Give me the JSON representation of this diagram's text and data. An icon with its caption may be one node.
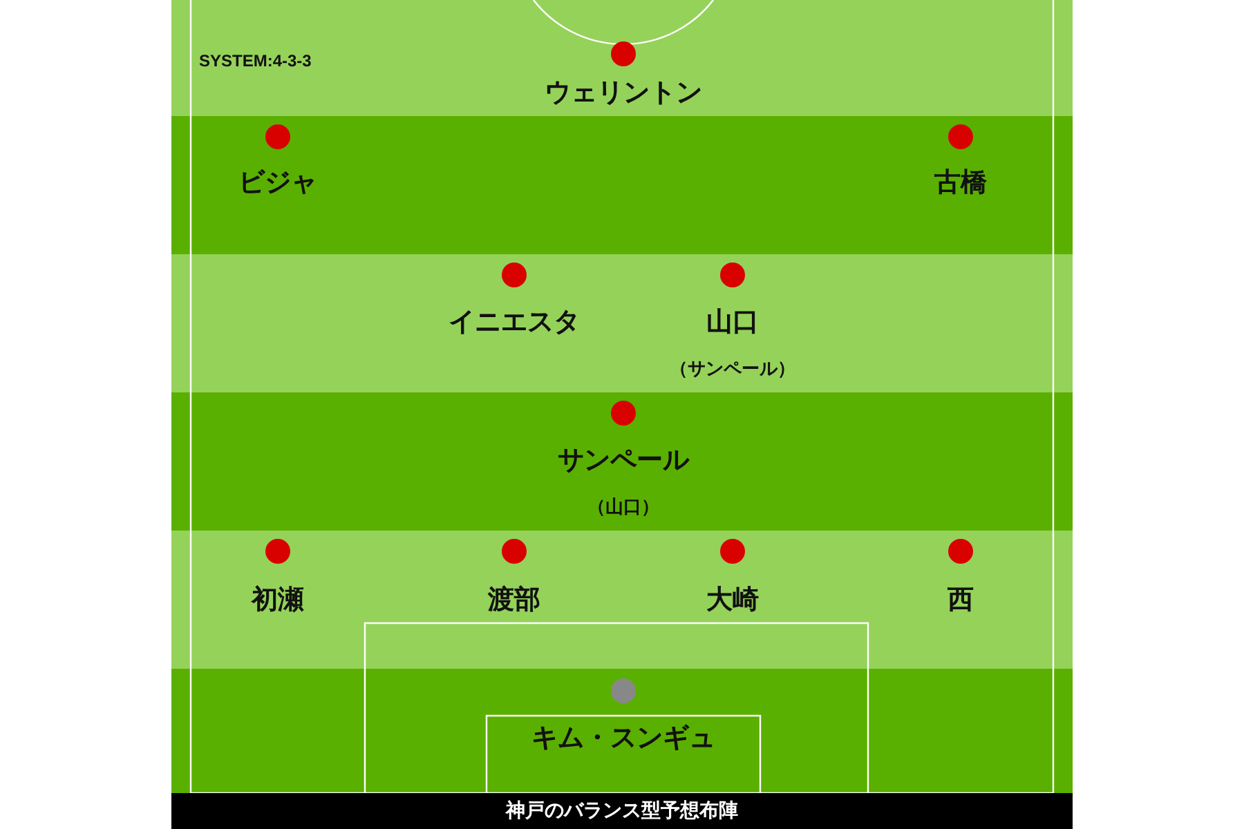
{
  "diagram": {
    "caption": "神戸のバランス型予想布陣",
    "labels": [
      "SYSTEM:4-3-3",
      "ウェリントン",
      "ビジャ",
      "古橋",
      "イニエスタ",
      "山口",
      "（サンペール）",
      "サンペール",
      "（山口）",
      "初瀬",
      "渡部",
      "大崎",
      "西",
      "キム・スンギュ"
    ]
  }
}
